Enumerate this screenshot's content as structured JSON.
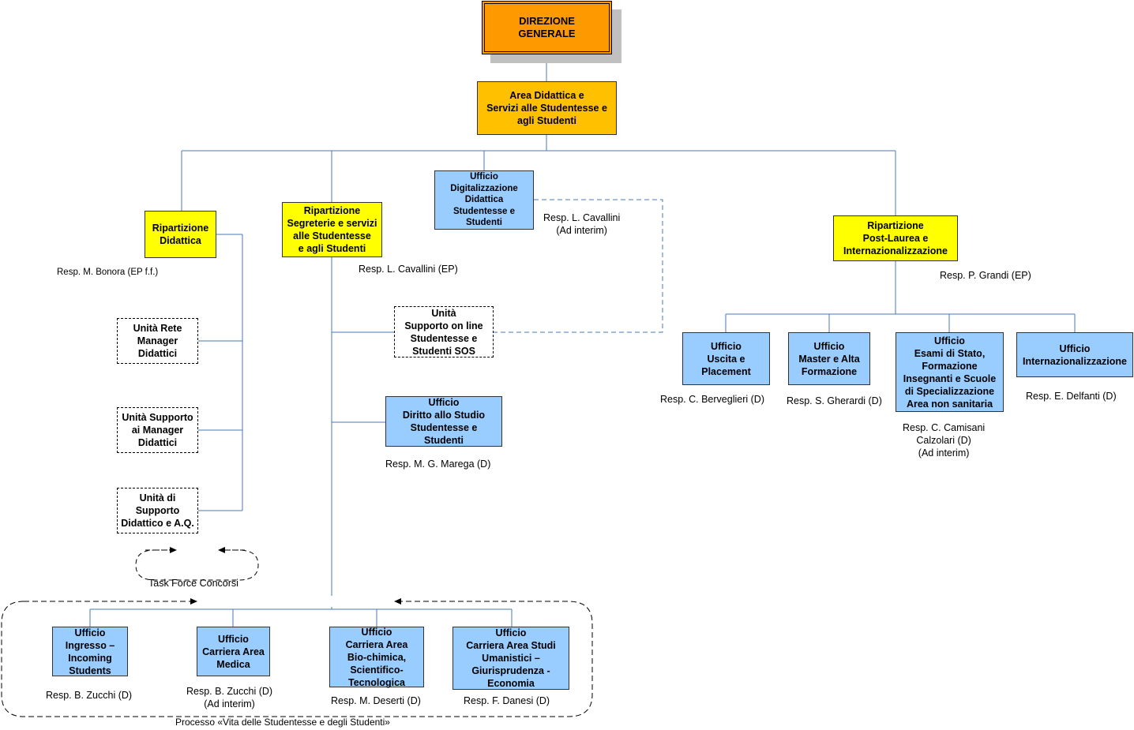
{
  "direzione": {
    "line1": "DIREZIONE",
    "line2": "GENERALE"
  },
  "area": {
    "lines": [
      "Area Didattica e",
      "Servizi alle Studentesse e",
      "agli Studenti"
    ]
  },
  "rip_didattica": {
    "lines": [
      "Ripartizione",
      "Didattica"
    ],
    "resp": "Resp. M. Bonora (EP f.f.)"
  },
  "rip_segreterie": {
    "lines": [
      "Ripartizione",
      "Segreterie e servizi",
      "alle Studentesse",
      "e agli Studenti"
    ],
    "resp": "Resp. L. Cavallini (EP)"
  },
  "uff_digitalizzazione": {
    "lines": [
      "Ufficio",
      "Digitalizzazione",
      "Didattica",
      "Studentesse e",
      "Studenti"
    ],
    "resp1": "Resp. L. Cavallini",
    "resp2": "(Ad interim)"
  },
  "rip_postlaurea": {
    "lines": [
      "Ripartizione",
      "Post-Laurea e",
      "Internazionalizzazione"
    ],
    "resp": "Resp. P. Grandi (EP)"
  },
  "unita_rete": {
    "lines": [
      "Unità Rete",
      "Manager",
      "Didattici"
    ]
  },
  "unita_supporto_manager": {
    "lines": [
      "Unità Supporto",
      "ai Manager",
      "Didattici"
    ]
  },
  "unita_supporto_didattico": {
    "lines": [
      "Unità di",
      "Supporto",
      "Didattico e A.Q."
    ]
  },
  "task_force": "Task Force Concorsi",
  "unita_sos": {
    "lines": [
      "Unità",
      "Supporto on line",
      "Studentesse e",
      "Studenti SOS"
    ]
  },
  "uff_diritto_studio": {
    "lines": [
      "Ufficio",
      "Diritto allo Studio",
      "Studentesse e",
      "Studenti"
    ],
    "resp": "Resp. M. G. Marega (D)"
  },
  "uff_uscita": {
    "lines": [
      "Ufficio",
      "Uscita e",
      "Placement"
    ],
    "resp": "Resp. C. Berveglieri (D)"
  },
  "uff_master": {
    "lines": [
      "Ufficio",
      "Master e Alta",
      "Formazione"
    ],
    "resp": "Resp. S. Gherardi (D)"
  },
  "uff_esami": {
    "lines": [
      "Ufficio",
      "Esami di Stato,",
      "Formazione",
      "Insegnanti e Scuole",
      "di Specializzazione",
      "Area non sanitaria"
    ],
    "resp1": "Resp. C. Camisani",
    "resp2": "Calzolari (D)",
    "resp3": "(Ad interim)"
  },
  "uff_intern": {
    "lines": [
      "Ufficio",
      "Internazionalizzazione"
    ],
    "resp": "Resp. E. Delfanti (D)"
  },
  "uff_ingresso": {
    "lines": [
      "Ufficio",
      "Ingresso –",
      "Incoming",
      "Students"
    ],
    "resp": "Resp. B. Zucchi (D)"
  },
  "uff_medica": {
    "lines": [
      "Ufficio",
      "Carriera Area",
      "Medica"
    ],
    "resp1": "Resp. B. Zucchi (D)",
    "resp2": "(Ad interim)"
  },
  "uff_biochimica": {
    "lines": [
      "Ufficio",
      "Carriera Area",
      "Bio-chimica,",
      "Scientifico-",
      "Tecnologica"
    ],
    "resp": "Resp. M. Deserti (D)"
  },
  "uff_umanistici": {
    "lines": [
      "Ufficio",
      "Carriera Area Studi",
      "Umanistici –",
      "Giurisprudenza -",
      "Economia"
    ],
    "resp": "Resp. F. Danesi (D)"
  },
  "processo": "Processo «Vita delle Studentesse e degli Studenti»",
  "colors": {
    "orange": "#ff9900",
    "amber": "#ffc000",
    "yellow": "#ffff00",
    "blue": "#99ccff",
    "line": "#336699"
  }
}
